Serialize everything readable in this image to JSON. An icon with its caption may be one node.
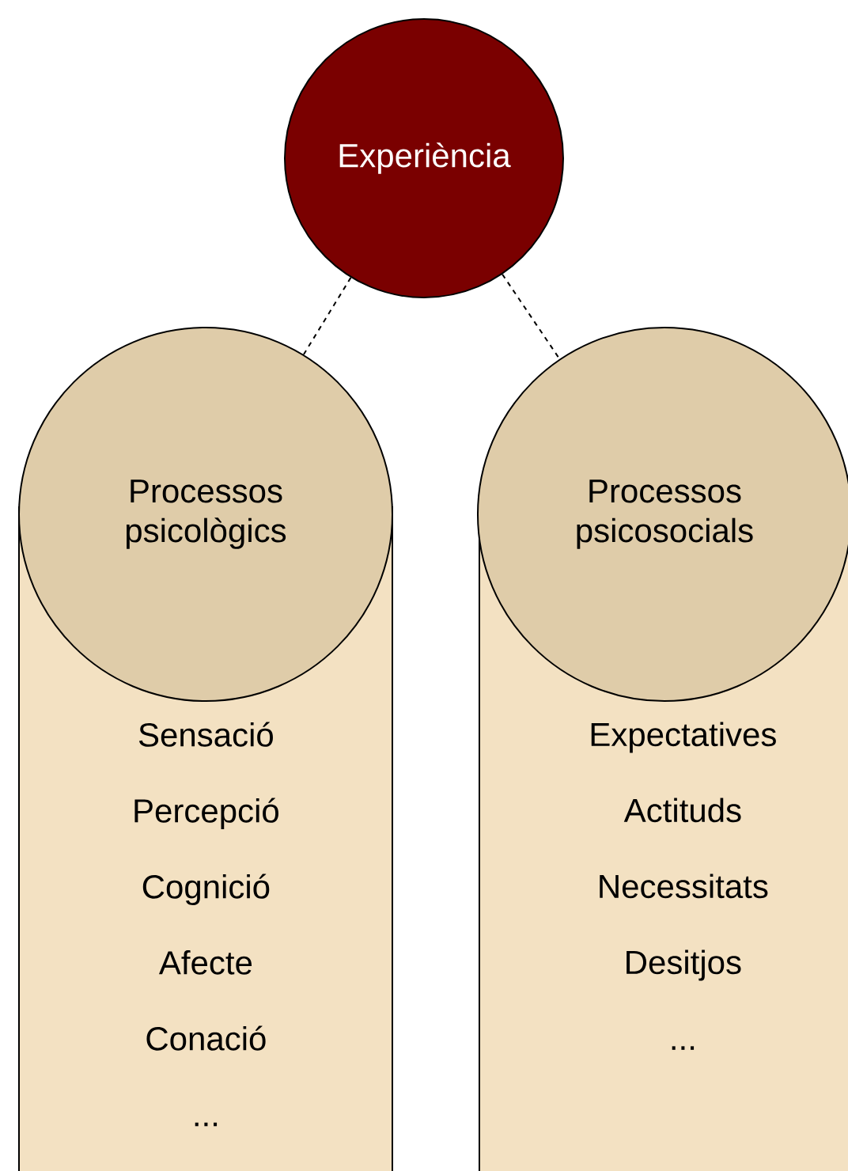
{
  "diagram": {
    "nodes": [
      {
        "text": [
          "Experiència"
        ]
      },
      {
        "text": [
          "Processos psicològics"
        ]
      },
      {
        "text": [
          "Processos psicosocials"
        ]
      },
      {
        "text": [
          "Sensació",
          "Percepció",
          "Cognició",
          "Afecte",
          "Conació",
          "..."
        ]
      },
      {
        "text": [
          "Expectatives",
          "Actituds",
          "Necessitats",
          "Desitjos",
          "..."
        ]
      }
    ],
    "edges": [
      {
        "from": 0,
        "to": 1,
        "arrow": "none",
        "style": "dashed"
      },
      {
        "from": 0,
        "to": 2,
        "arrow": "none",
        "style": "dashed"
      }
    ]
  }
}
